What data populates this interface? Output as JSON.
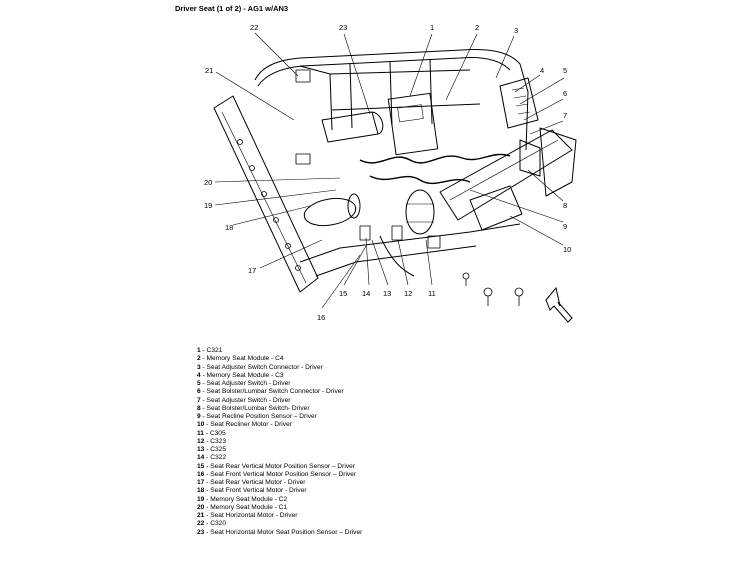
{
  "title": "Driver Seat (1 of 2) - AG1 w/AN3",
  "callouts": [
    "1",
    "2",
    "3",
    "4",
    "5",
    "6",
    "7",
    "8",
    "9",
    "10",
    "11",
    "12",
    "13",
    "14",
    "15",
    "16",
    "17",
    "18",
    "19",
    "20",
    "21",
    "22",
    "23"
  ],
  "legend": [
    {
      "num": "1",
      "sep": " - ",
      "text": "C321"
    },
    {
      "num": "2",
      "sep": " - ",
      "text": "Memory Seat Module - C4"
    },
    {
      "num": "3",
      "sep": " - ",
      "text": "Seat Adjuster Switch Connector - Driver"
    },
    {
      "num": "4",
      "sep": " - ",
      "text": "Memory Seat Module - C3"
    },
    {
      "num": "5",
      "sep": " - ",
      "text": "Seat Adjuster Switch - Driver"
    },
    {
      "num": "6",
      "sep": " - ",
      "text": "Seat Bolster/Lumbar Switch Connector - Driver"
    },
    {
      "num": "7",
      "sep": " - ",
      "text": "Seat Adjuster Switch - Driver"
    },
    {
      "num": "8",
      "sep": " - ",
      "text": "Seat Bolster/Lumbar Switch- Driver"
    },
    {
      "num": "9",
      "sep": " - ",
      "text": "Seat Recline Position Sensor – Driver"
    },
    {
      "num": "10",
      "sep": " - ",
      "text": "Seat Recliner Motor - Driver"
    },
    {
      "num": "11",
      "sep": " - ",
      "text": "C305"
    },
    {
      "num": "12",
      "sep": " - ",
      "text": "C323"
    },
    {
      "num": "13",
      "sep": " - ",
      "text": "C325"
    },
    {
      "num": "14",
      "sep": " - ",
      "text": "C322"
    },
    {
      "num": "15",
      "sep": " - ",
      "text": "Seat Rear Vertical Motor Position Sensor – Driver"
    },
    {
      "num": "16",
      "sep": " - ",
      "text": "Seat Front Vertical Motor Position Sensor – Driver"
    },
    {
      "num": "17",
      "sep": " - ",
      "text": "Seat Rear Vertical Motor - Driver"
    },
    {
      "num": "18",
      "sep": " - ",
      "text": "Seat Front Vertical Motor - Driver"
    },
    {
      "num": "19",
      "sep": " - ",
      "text": "Memory Seat Module - C2"
    },
    {
      "num": "20",
      "sep": " - ",
      "text": "Memory Seat Module - C1"
    },
    {
      "num": "21",
      "sep": " - ",
      "text": "Seat Horizontal Motor - Driver"
    },
    {
      "num": "22",
      "sep": " - ",
      "text": "C320"
    },
    {
      "num": "23",
      "sep": " - ",
      "text": "Seat Horizontal Motor Seat Position Sensor – Driver"
    }
  ]
}
